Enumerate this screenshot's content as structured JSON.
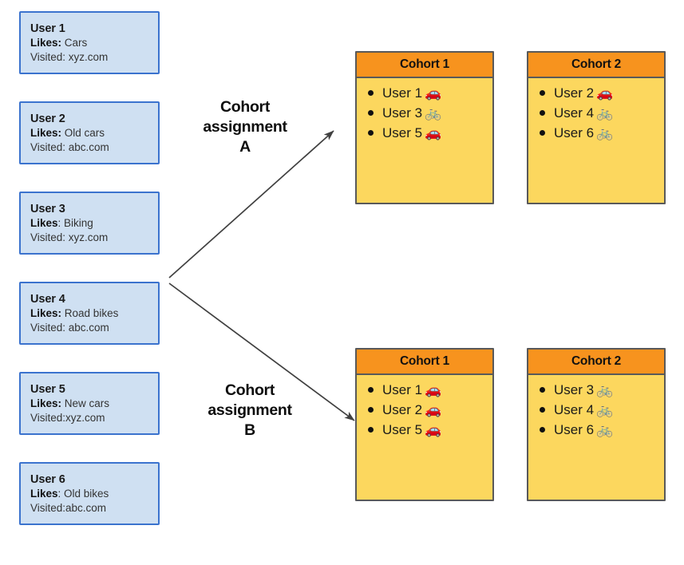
{
  "users": [
    {
      "name": "User 1",
      "likes_label": "Likes:",
      "likes_value": " Cars",
      "visited": "Visited: xyz.com"
    },
    {
      "name": "User 2",
      "likes_label": "Likes:",
      "likes_value": " Old cars",
      "visited": "Visited: abc.com"
    },
    {
      "name": "User 3",
      "likes_label": "Likes",
      "likes_value": ": Biking",
      "visited": "Visited: xyz.com"
    },
    {
      "name": "User 4",
      "likes_label": "Likes:",
      "likes_value": " Road bikes",
      "visited": "Visited: abc.com"
    },
    {
      "name": "User 5",
      "likes_label": "Likes:",
      "likes_value": " New cars",
      "visited": "Visited:xyz.com"
    },
    {
      "name": "User 6",
      "likes_label": "Likes",
      "likes_value": ": Old bikes",
      "visited": "Visited:abc.com"
    }
  ],
  "assignments": [
    {
      "label_line1": "Cohort",
      "label_line2": "assignment",
      "label_line3": "A",
      "cohorts": [
        {
          "title": "Cohort 1",
          "members": [
            {
              "label": "User 1",
              "icon": "car-emoji",
              "glyph": "🚗"
            },
            {
              "label": "User 3",
              "icon": "bicycle-emoji",
              "glyph": "🚲"
            },
            {
              "label": "User 5",
              "icon": "car-emoji",
              "glyph": "🚗"
            }
          ]
        },
        {
          "title": "Cohort 2",
          "members": [
            {
              "label": "User 2",
              "icon": "car-emoji",
              "glyph": "🚗"
            },
            {
              "label": "User 4",
              "icon": "bicycle-emoji",
              "glyph": "🚲"
            },
            {
              "label": "User 6",
              "icon": "bicycle-emoji",
              "glyph": "🚲"
            }
          ]
        }
      ]
    },
    {
      "label_line1": "Cohort",
      "label_line2": "assignment",
      "label_line3": "B",
      "cohorts": [
        {
          "title": "Cohort 1",
          "members": [
            {
              "label": "User 1",
              "icon": "car-emoji",
              "glyph": "🚗"
            },
            {
              "label": "User 2",
              "icon": "car-emoji",
              "glyph": "🚗"
            },
            {
              "label": "User 5",
              "icon": "car-emoji",
              "glyph": "🚗"
            }
          ]
        },
        {
          "title": "Cohort 2",
          "members": [
            {
              "label": "User 3",
              "icon": "bicycle-emoji",
              "glyph": "🚲"
            },
            {
              "label": "User 4",
              "icon": "bicycle-emoji",
              "glyph": "🚲"
            },
            {
              "label": "User 6",
              "icon": "bicycle-emoji",
              "glyph": "🚲"
            }
          ]
        }
      ]
    }
  ],
  "colors": {
    "user_card_fill": "#cfe0f2",
    "user_card_border": "#3b73ce",
    "cohort_header": "#f7931e",
    "cohort_body": "#fcd75e",
    "cohort_border": "#595959",
    "arrow": "#404040"
  }
}
